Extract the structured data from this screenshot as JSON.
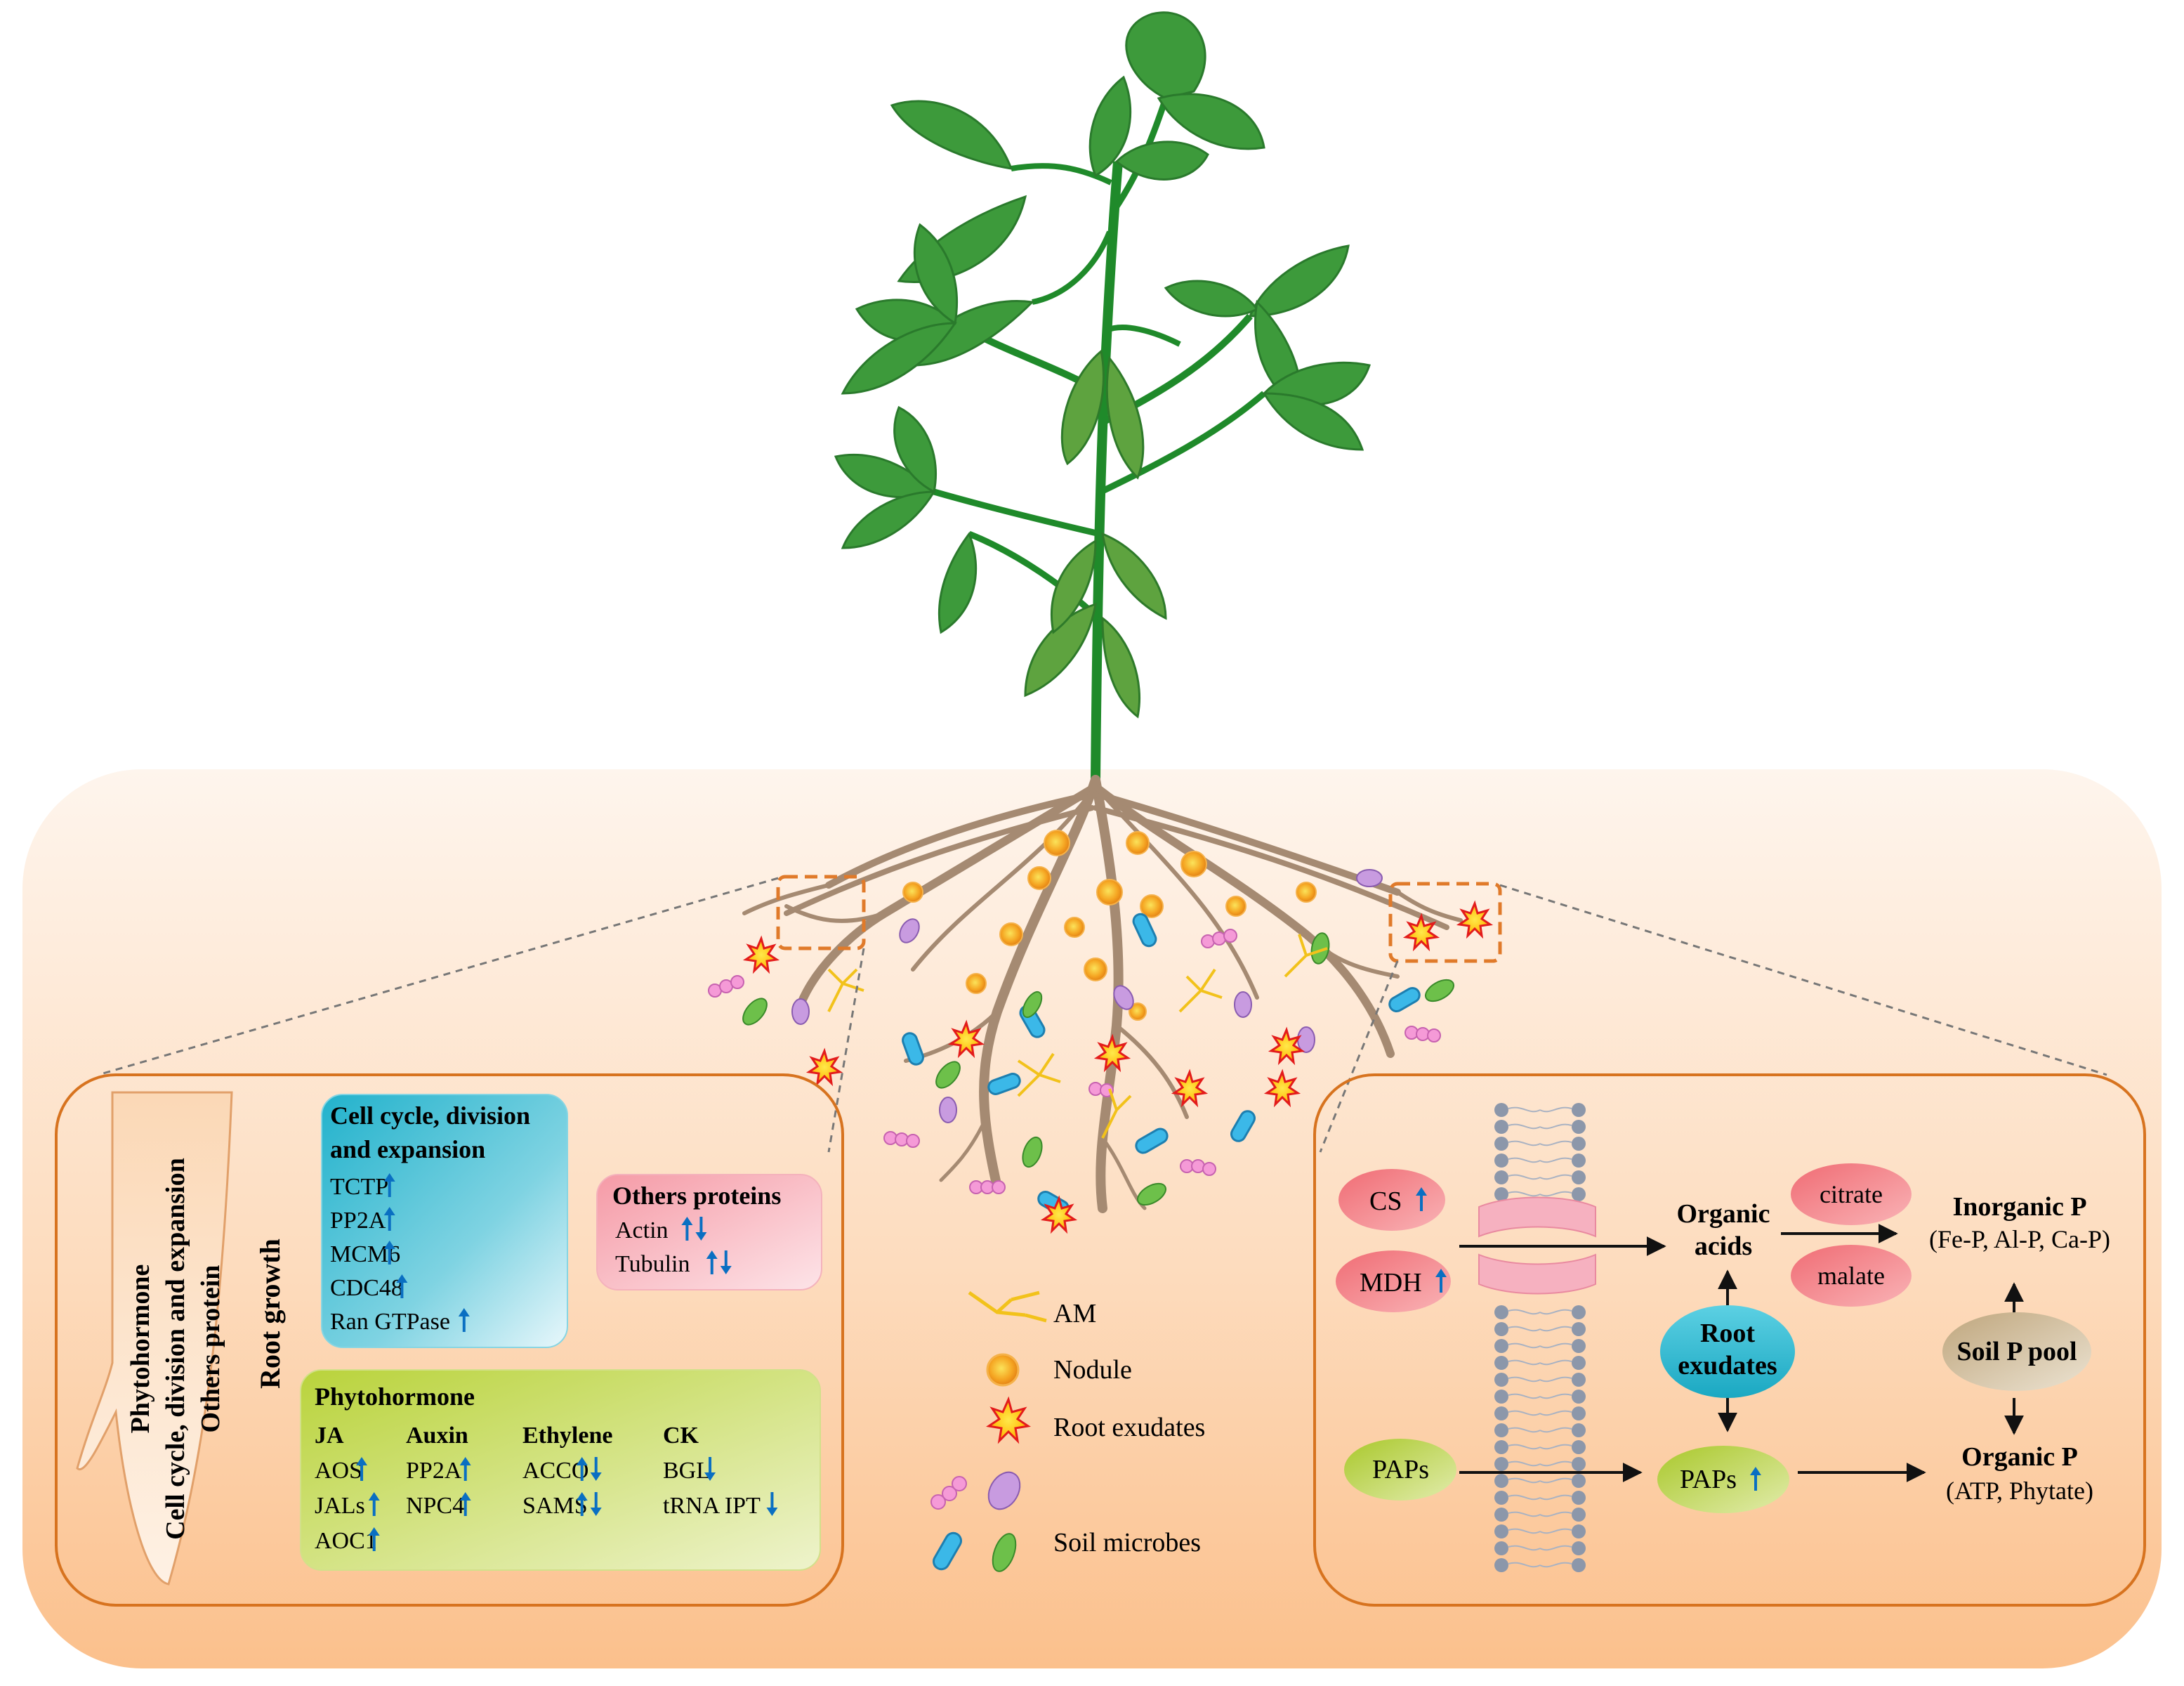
{
  "left_panel": {
    "vertical_labels": {
      "line1": "Phytohormone",
      "line2": "Cell cycle, division and expansion",
      "line3": "Others protein"
    },
    "root_growth_label": "Root growth",
    "cell_cycle_box": {
      "title_line1": "Cell cycle, division",
      "title_line2": "and expansion",
      "items": [
        {
          "label": "TCTP",
          "arrows": "up"
        },
        {
          "label": "PP2A",
          "arrows": "up"
        },
        {
          "label": "MCM6",
          "arrows": "up"
        },
        {
          "label": "CDC48",
          "arrows": "up"
        },
        {
          "label": "Ran GTPase",
          "arrows": "up"
        }
      ],
      "color": "#2bb8cf"
    },
    "others_box": {
      "title": "Others proteins",
      "items": [
        {
          "label": "Actin",
          "arrows": "updown"
        },
        {
          "label": "Tubulin",
          "arrows": "updown"
        }
      ],
      "color": "#f7a1aa"
    },
    "phytohormone_box": {
      "title": "Phytohormone",
      "groups": [
        {
          "name": "JA",
          "items": [
            {
              "label": "AOS",
              "arrows": "up"
            },
            {
              "label": "JALs",
              "arrows": "up"
            },
            {
              "label": "AOC1",
              "arrows": "up"
            }
          ]
        },
        {
          "name": "Auxin",
          "items": [
            {
              "label": "PP2A",
              "arrows": "up"
            },
            {
              "label": "NPC4",
              "arrows": "up"
            }
          ]
        },
        {
          "name": "Ethylene",
          "items": [
            {
              "label": "ACCO",
              "arrows": "updown"
            },
            {
              "label": "SAMS",
              "arrows": "updown"
            }
          ]
        },
        {
          "name": "CK",
          "items": [
            {
              "label": "BGL",
              "arrows": "down"
            },
            {
              "label": "tRNA IPT",
              "arrows": "down"
            }
          ]
        }
      ],
      "color": "#c3d84e"
    }
  },
  "legend": {
    "items": [
      {
        "id": "am",
        "label": "AM"
      },
      {
        "id": "nodule",
        "label": "Nodule"
      },
      {
        "id": "exudates",
        "label": "Root exudates"
      },
      {
        "id": "microbes",
        "label": "Soil microbes"
      }
    ]
  },
  "right_panel": {
    "cs": "CS",
    "mdh": "MDH",
    "paps_left": "PAPs",
    "organic_acids_line1": "Organic",
    "organic_acids_line2": "acids",
    "citrate": "citrate",
    "malate": "malate",
    "root_exudates_line1": "Root",
    "root_exudates_line2": "exudates",
    "paps_right": "PAPs",
    "inorganic_p": "Inorganic P",
    "inorganic_p_sub": "(Fe-P, Al-P,  Ca-P)",
    "soil_p_pool": "Soil P pool",
    "organic_p": "Organic P",
    "organic_p_sub": "(ATP, Phytate)"
  },
  "colors": {
    "arrow_blue": "#0a6fc2",
    "leaf": "#3d9a3b",
    "leaf_dark": "#2a7a2c",
    "stem": "#1f8a2a",
    "root": "#a58a72",
    "soil_top": "#fdf3ea",
    "soil_bottom": "#fbc594",
    "panel_border": "#d7731f",
    "red_ellipse": "#ef8a8e",
    "green_ellipse": "#c1d84e",
    "cyan_ellipse": "#35bcd2",
    "tan_ellipse": "#c8b796",
    "membrane_pink": "#f6b1c0",
    "membrane_bead": "#8c97aa"
  }
}
